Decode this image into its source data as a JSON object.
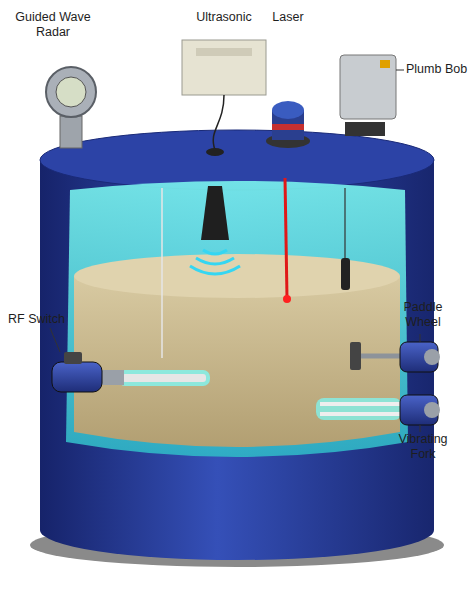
{
  "diagram": {
    "labels": [
      "Guided Wave Radar",
      "Ultrasonic",
      "Laser",
      "Plumb Bob",
      "RF Switch",
      "Paddle Wheel",
      "Vibrating Fork"
    ]
  }
}
